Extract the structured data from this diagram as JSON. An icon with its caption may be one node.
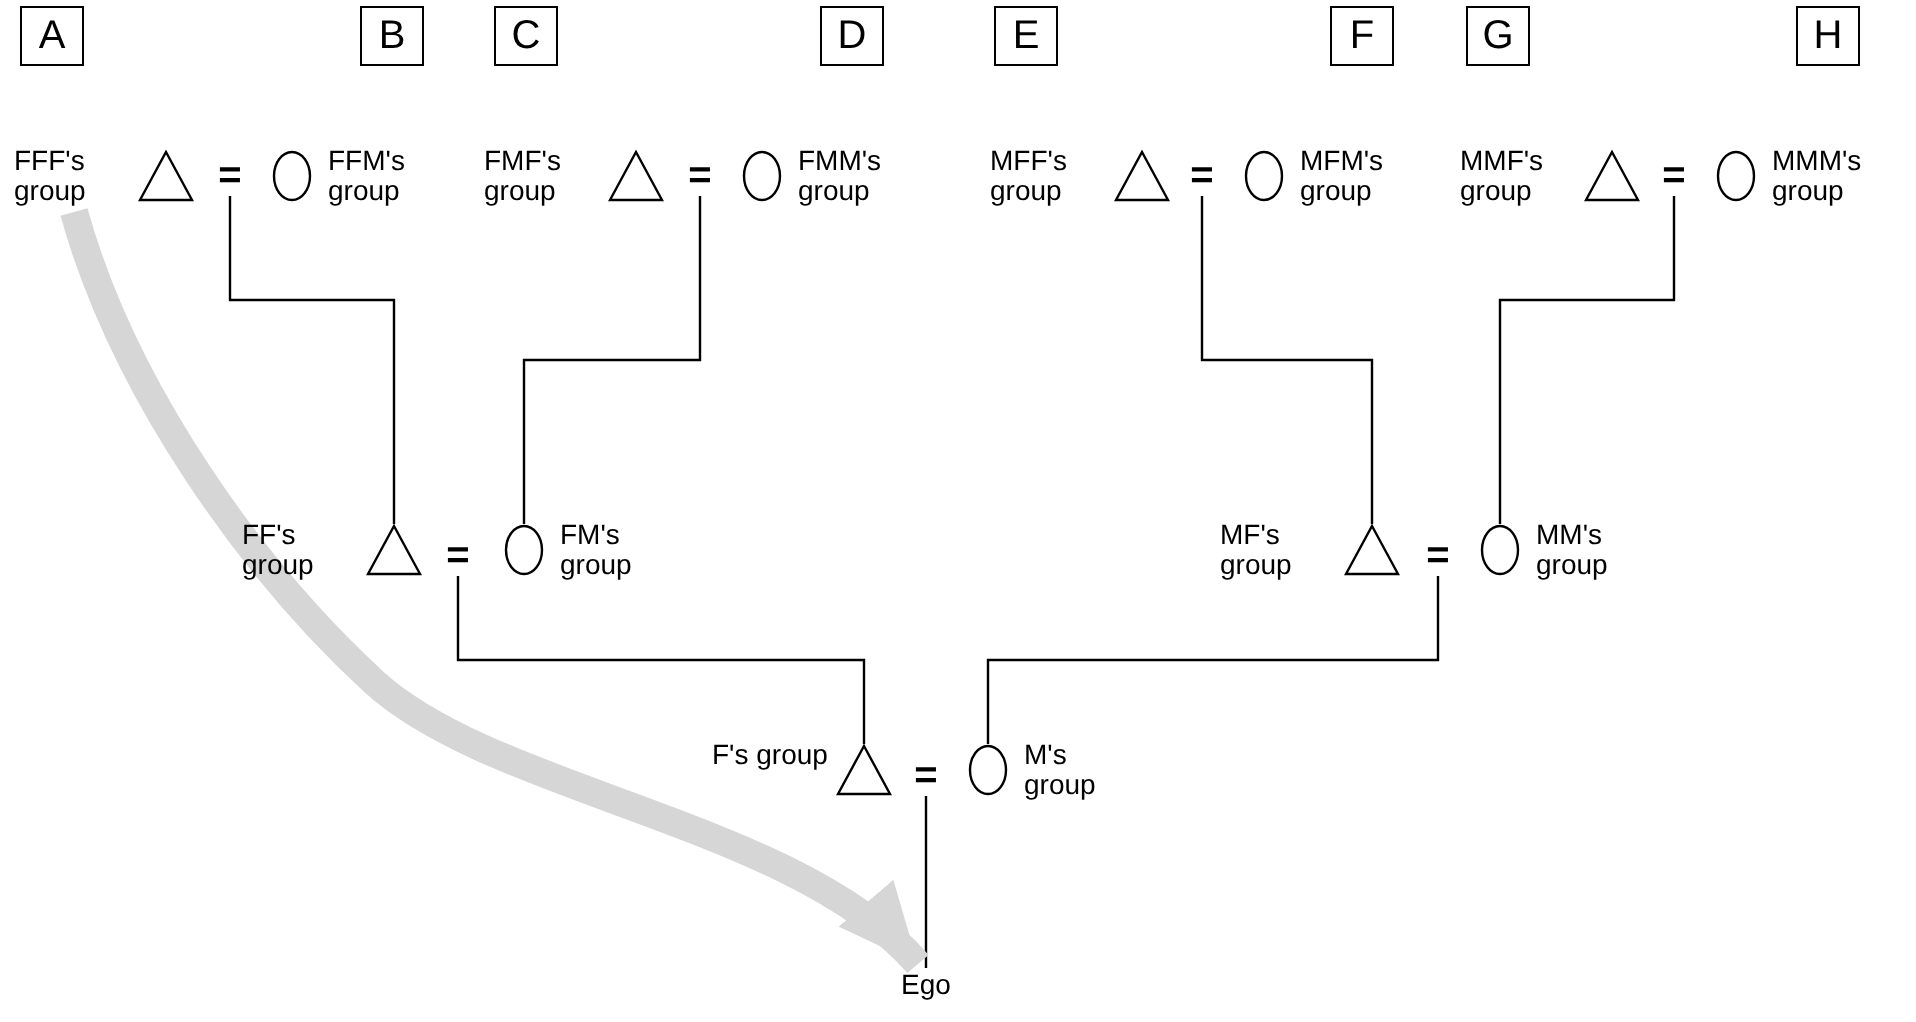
{
  "diagram": {
    "nodes": [
      {
        "text": [
          "A"
        ]
      },
      {
        "text": [
          "B"
        ]
      },
      {
        "text": [
          "C"
        ]
      },
      {
        "text": [
          "D"
        ]
      },
      {
        "text": [
          "E"
        ]
      },
      {
        "text": [
          "F"
        ]
      },
      {
        "text": [
          "G"
        ]
      },
      {
        "text": [
          "H"
        ]
      },
      {
        "text": [],
        "shape": "triangle",
        "beside": [
          "FFF's group"
        ]
      },
      {
        "text": [
          "="
        ]
      },
      {
        "text": [],
        "shape": "circle",
        "beside": [
          "FFM's group"
        ]
      },
      {
        "text": [],
        "shape": "triangle",
        "beside": [
          "FMF's group"
        ]
      },
      {
        "text": [
          "="
        ]
      },
      {
        "text": [],
        "shape": "circle",
        "beside": [
          "FMM's group"
        ]
      },
      {
        "text": [],
        "shape": "triangle",
        "beside": [
          "MFF's group"
        ]
      },
      {
        "text": [
          "="
        ]
      },
      {
        "text": [],
        "shape": "circle",
        "beside": [
          "MFM's group"
        ]
      },
      {
        "text": [],
        "shape": "triangle",
        "beside": [
          "MMF's group"
        ]
      },
      {
        "text": [
          "="
        ]
      },
      {
        "text": [],
        "shape": "circle",
        "beside": [
          "MMM's group"
        ]
      },
      {
        "text": [],
        "shape": "triangle",
        "beside": [
          "FF's group"
        ]
      },
      {
        "text": [
          "="
        ]
      },
      {
        "text": [],
        "shape": "circle",
        "beside": [
          "FM's group"
        ]
      },
      {
        "text": [],
        "shape": "triangle",
        "beside": [
          "MF's group"
        ]
      },
      {
        "text": [
          "="
        ]
      },
      {
        "text": [],
        "shape": "circle",
        "beside": [
          "MM's group"
        ]
      },
      {
        "text": [],
        "shape": "triangle",
        "beside": [
          "F's group"
        ]
      },
      {
        "text": [
          "="
        ]
      },
      {
        "text": [],
        "shape": "circle",
        "beside": [
          "M's group"
        ]
      },
      {
        "text": [
          "Ego"
        ]
      }
    ],
    "edges": [
      {
        "from": 9,
        "to": 20,
        "arrow": "none"
      },
      {
        "from": 12,
        "to": 22,
        "arrow": "none"
      },
      {
        "from": 15,
        "to": 23,
        "arrow": "none"
      },
      {
        "from": 18,
        "to": 25,
        "arrow": "none"
      },
      {
        "from": 21,
        "to": 26,
        "arrow": "none"
      },
      {
        "from": 24,
        "to": 28,
        "arrow": "none"
      },
      {
        "from": 27,
        "to": 29,
        "arrow": "none"
      },
      {
        "from": 8,
        "to": 29,
        "arrow": "to",
        "style": "thick",
        "color": "#d6d6d6"
      }
    ]
  }
}
